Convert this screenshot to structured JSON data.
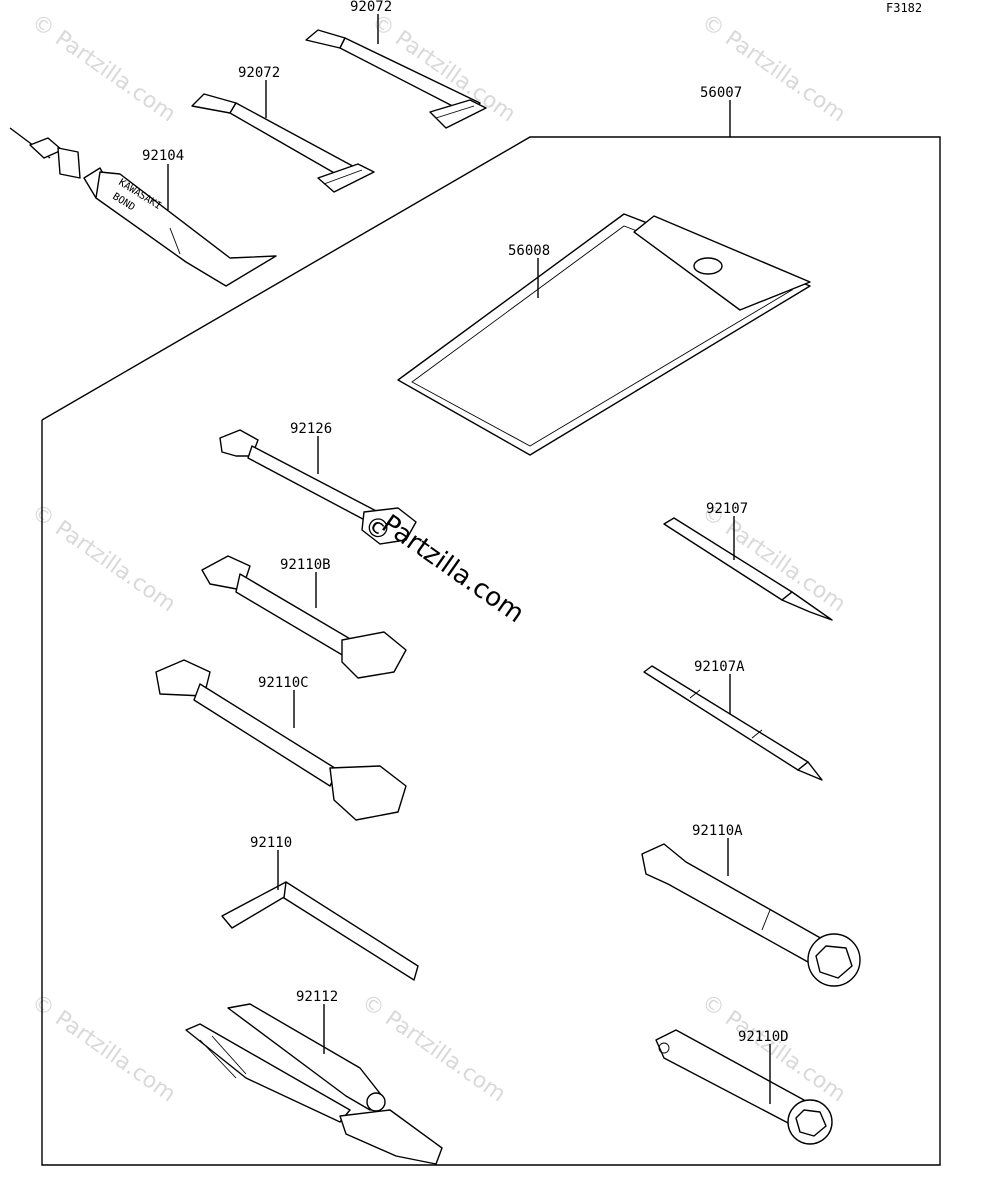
{
  "figure_code": "F3182",
  "watermark": {
    "faint": "© Partzilla.com",
    "main_symbol": "©",
    "main_text": "Partzilla.com"
  },
  "tube_print": {
    "line1": "KAWASAKI",
    "line2": "BOND"
  },
  "parts": [
    {
      "id": "p92072a",
      "label": "92072"
    },
    {
      "id": "p92072b",
      "label": "92072"
    },
    {
      "id": "p92104",
      "label": "92104"
    },
    {
      "id": "p56007",
      "label": "56007"
    },
    {
      "id": "p56008",
      "label": "56008"
    },
    {
      "id": "p92126",
      "label": "92126"
    },
    {
      "id": "p92107",
      "label": "92107"
    },
    {
      "id": "p92110B",
      "label": "92110B"
    },
    {
      "id": "p92107A",
      "label": "92107A"
    },
    {
      "id": "p92110C",
      "label": "92110C"
    },
    {
      "id": "p92110A",
      "label": "92110A"
    },
    {
      "id": "p92110",
      "label": "92110"
    },
    {
      "id": "p92112",
      "label": "92112"
    },
    {
      "id": "p92110D",
      "label": "92110D"
    }
  ]
}
